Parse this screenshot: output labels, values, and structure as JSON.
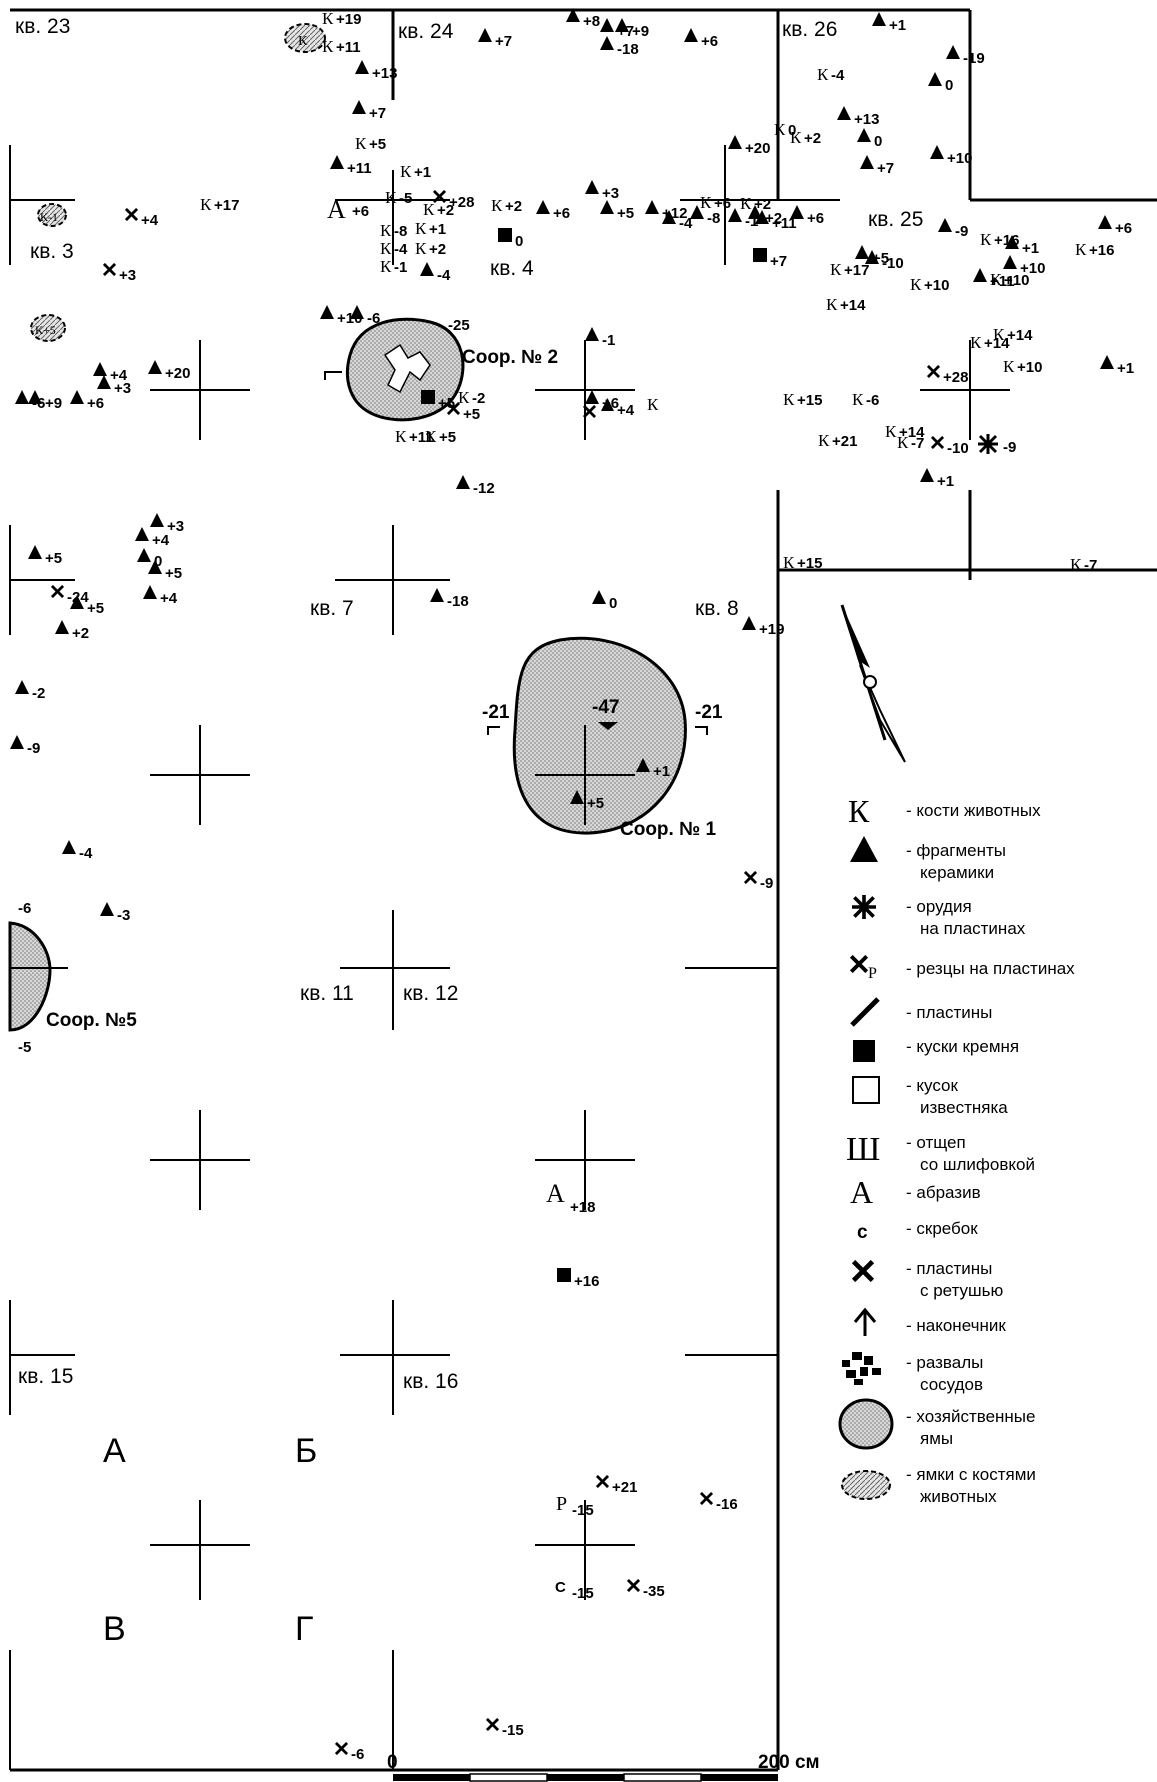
{
  "map": {
    "squares": [
      "кв. 23",
      "кв. 24",
      "кв. 26",
      "кв. 3",
      "кв. 4",
      "кв. 25",
      "кв. 7",
      "кв. 8",
      "кв. 11",
      "кв. 12",
      "кв. 15",
      "кв. 16"
    ],
    "subsquares": [
      "А",
      "Б",
      "В",
      "Г"
    ],
    "features": {
      "f1": "Соор. № 1",
      "f2": "Соор. № 2",
      "f5": "Соор. №5",
      "f1_depth": "-47",
      "f1_edge_l": "-21",
      "f1_edge_r": "-21",
      "f2_depth": "-25",
      "f5_top": "-6",
      "f5_bottom": "-5"
    },
    "scale": {
      "zero": "0",
      "end": "200 см"
    }
  },
  "legend": {
    "items": [
      {
        "icon": "bone-icon",
        "label": "- кости животных"
      },
      {
        "icon": "ceramics-icon",
        "label": "- фрагменты керамики"
      },
      {
        "icon": "blade-tool-icon",
        "label": "- орудия на пластинах"
      },
      {
        "icon": "burin-icon",
        "label": "- резцы на пластинах"
      },
      {
        "icon": "blade-icon",
        "label": "- пластины"
      },
      {
        "icon": "flint-icon",
        "label": "- куски кремня"
      },
      {
        "icon": "limestone-icon",
        "label": "- кусок известняка"
      },
      {
        "icon": "flake-icon",
        "label": "- отщеп со шлифовкой"
      },
      {
        "icon": "abrasive-icon",
        "label": "- абразив"
      },
      {
        "icon": "scraper-icon",
        "label": "- скребок"
      },
      {
        "icon": "retouched-blade-icon",
        "label": "- пластины с ретушью"
      },
      {
        "icon": "arrowhead-icon",
        "label": "- наконечник"
      },
      {
        "icon": "vessel-icon",
        "label": "- развалы сосудов"
      },
      {
        "icon": "pit-icon",
        "label": "- хозяйственные ямы"
      },
      {
        "icon": "bone-pit-icon",
        "label": "- ямки с костями животных"
      }
    ]
  },
  "finds": {
    "ceramics": [
      "+7",
      "+8",
      "+7",
      "+9",
      "+6",
      "-18",
      "+1",
      "-19",
      "0",
      "+13",
      "0",
      "+10",
      "+13",
      "+7",
      "+11",
      "+20",
      "+7",
      "+3",
      "+6",
      "+12",
      "+5",
      "-4",
      "-8",
      "-1",
      "+11",
      "+2",
      "+6",
      "+5",
      "-9",
      "+1",
      "+6",
      "+10",
      "+11",
      "+1",
      "+20",
      "+4",
      "-6",
      "+9",
      "+6",
      "+3",
      "+10",
      "-6",
      "-1",
      "+6",
      "+4",
      "+3",
      "0",
      "+5",
      "+4",
      "+5",
      "+5",
      "+2",
      "-18",
      "0",
      "+19",
      "+1",
      "+5",
      "-2",
      "-9",
      "-4",
      "-3",
      "-4",
      "-12",
      "-10",
      "+1"
    ],
    "bones": [
      "+19",
      "+11",
      "+5",
      "+1",
      "+2",
      "-8",
      "+1",
      "+2",
      "-4",
      "-1",
      "+6",
      "+2",
      "0",
      "-4",
      "+2",
      "+17",
      "+14",
      "+10",
      "+10",
      "+16",
      "+14",
      "+10",
      "+16",
      "+14",
      "+15",
      "-6",
      "+14",
      "+21",
      "-7",
      "+15",
      "-7",
      "+17",
      "+11",
      "+5",
      "-2",
      "-5",
      "+2"
    ],
    "flint": [
      "0",
      "+5",
      "+7",
      "+16"
    ],
    "tools": [
      "+4",
      "+3",
      "+28",
      "-24",
      "+5",
      "-10",
      "+28",
      "+21",
      "-16",
      "-35",
      "-15",
      "-9",
      "-6"
    ],
    "other": [
      "-9",
      "+6",
      "+18",
      "-15",
      "-15",
      "+4"
    ],
    "k_marks": [
      "К"
    ],
    "k_pits": [
      "К-1",
      "К+5"
    ],
    "abrasive": [
      "А"
    ],
    "burin": [
      "Р"
    ],
    "scraper": [
      "С"
    ]
  }
}
